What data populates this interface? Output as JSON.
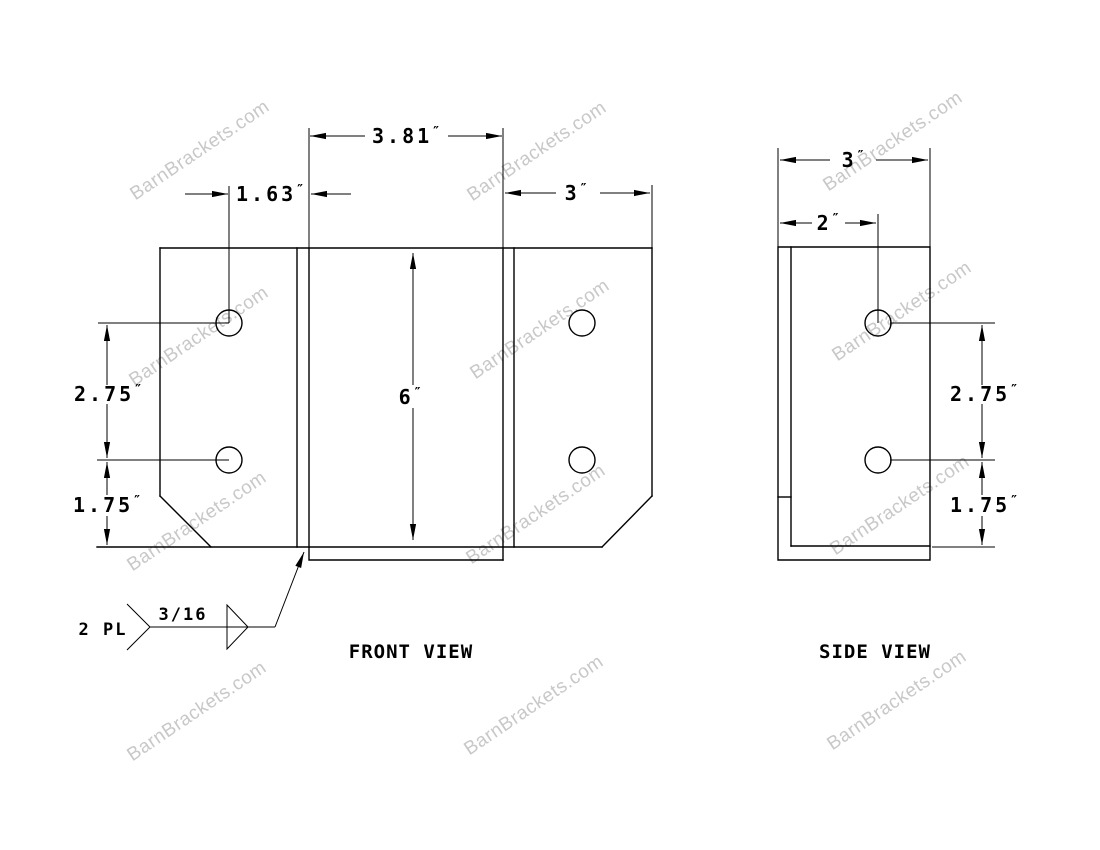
{
  "watermark": {
    "text": "BarnBrackets.com",
    "color": "#c8c8c8"
  },
  "drawing": {
    "line_color": "#000000",
    "background": "#ffffff"
  },
  "units": {
    "inch_mark": "″"
  },
  "front_view": {
    "label": "FRONT VIEW",
    "dims": {
      "top_width": "3.81",
      "hole_offset": "1.63",
      "right_width": "3",
      "height": "6",
      "hole_spacing": "2.75",
      "hole_bottom": "1.75"
    },
    "weld": {
      "size": "3/16",
      "note": "2 PL"
    }
  },
  "side_view": {
    "label": "SIDE VIEW",
    "dims": {
      "width": "3",
      "hole_inset": "2",
      "hole_spacing": "2.75",
      "hole_bottom": "1.75"
    }
  }
}
